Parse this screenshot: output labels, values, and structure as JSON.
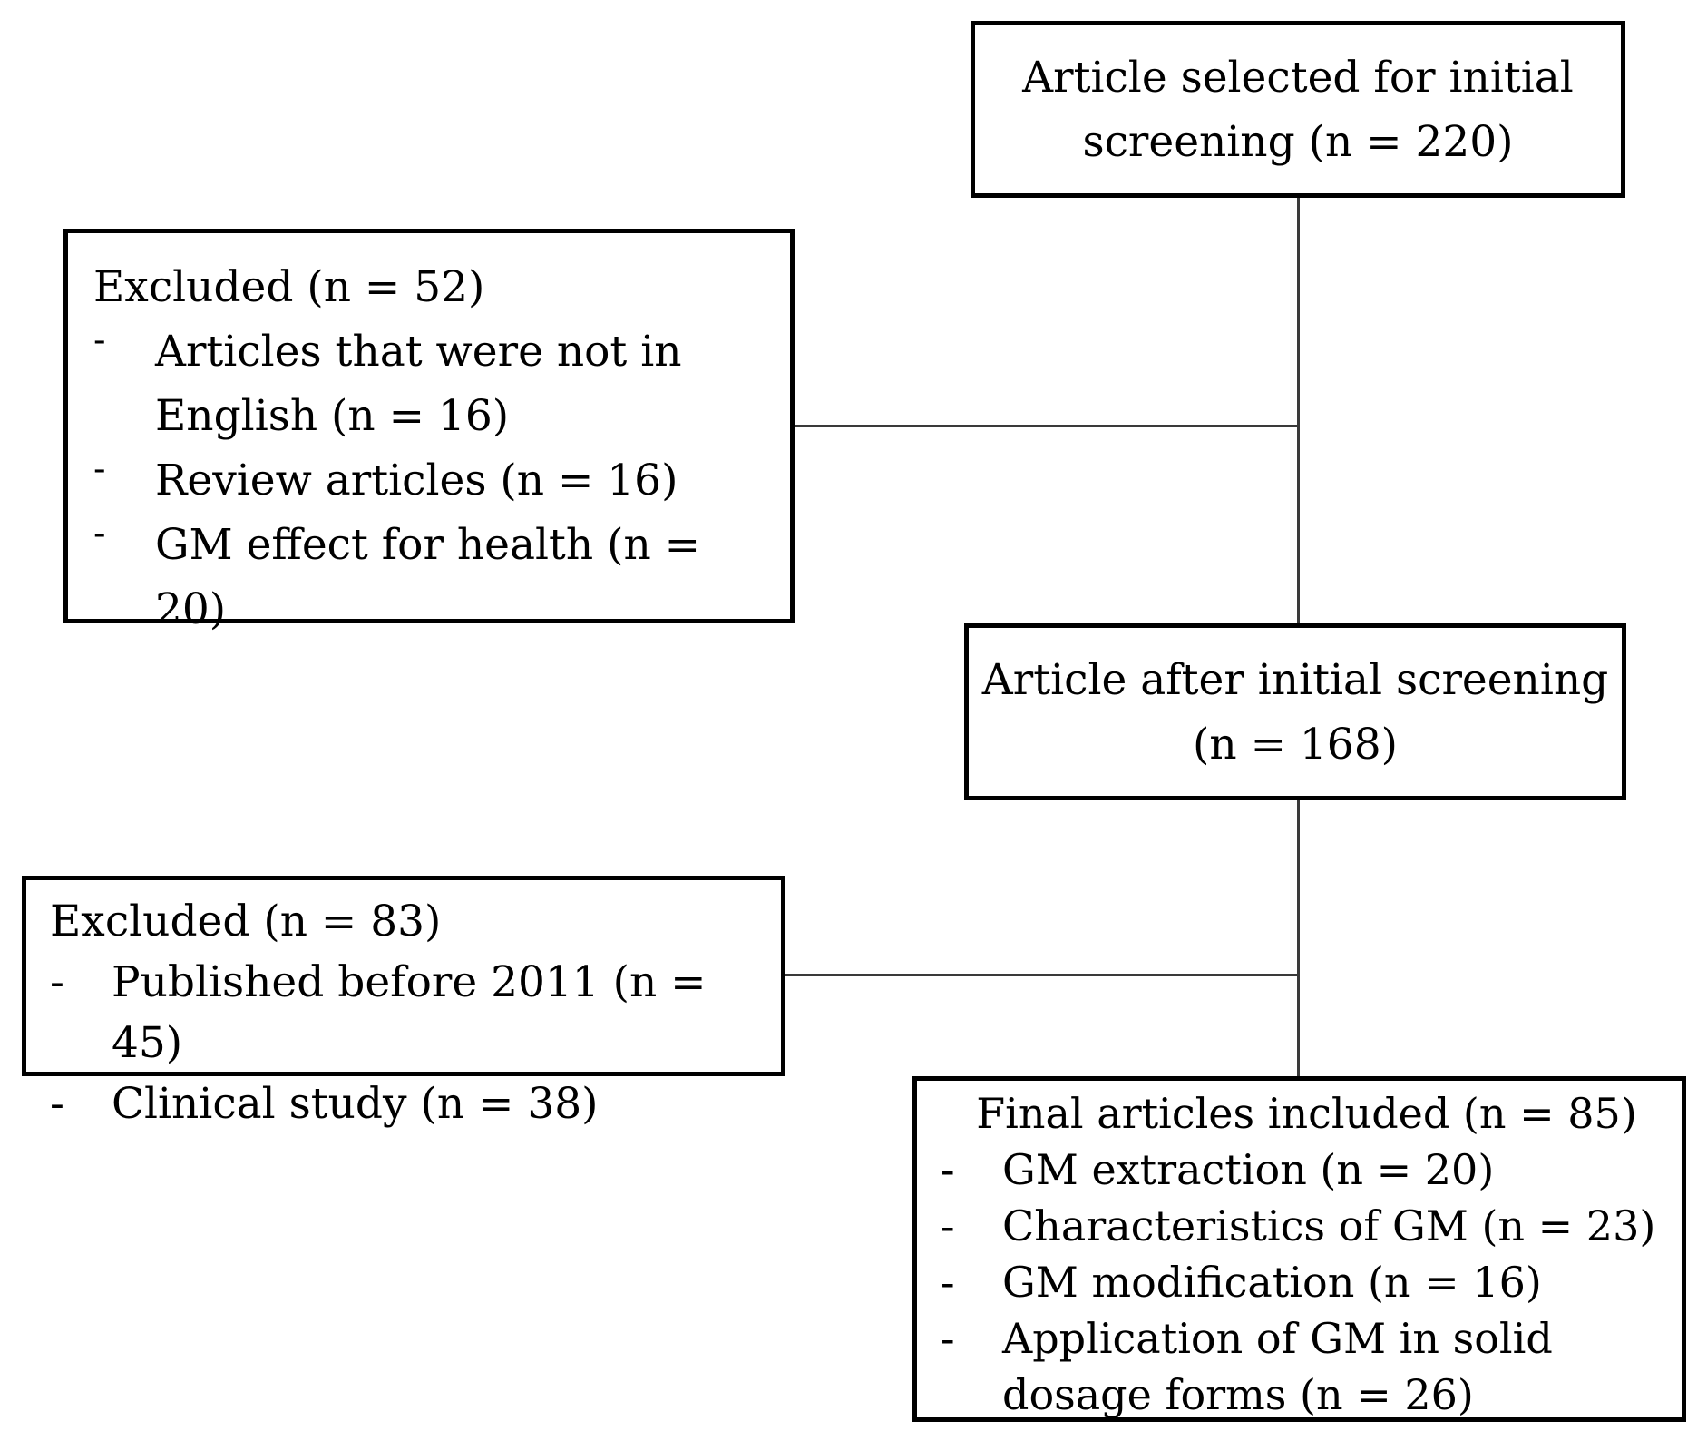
{
  "flowchart": {
    "nodes": [
      {
        "id": "initial-screening",
        "title": "Article selected for initial\nscreening (n = 220)",
        "marker": "",
        "items": []
      },
      {
        "id": "excluded-1",
        "title": "Excluded (n = 52)",
        "marker": "-",
        "items": [
          "Articles that were not in\nEnglish (n = 16)",
          "Review articles (n = 16)",
          "GM effect for health (n = 20)"
        ]
      },
      {
        "id": "after-screening",
        "title": "Article after initial screening\n(n = 168)",
        "marker": "",
        "items": []
      },
      {
        "id": "excluded-2",
        "title": "Excluded (n = 83)",
        "marker": "-",
        "items": [
          "Published before 2011 (n = 45)",
          "Clinical study (n = 38)"
        ]
      },
      {
        "id": "final-included",
        "title": "Final articles included (n = 85)",
        "marker": "-",
        "items": [
          "GM extraction (n = 20)",
          "Characteristics of GM (n = 23)",
          "GM modification (n = 16)",
          "Application of GM in solid\ndosage forms (n = 26)"
        ]
      }
    ],
    "colors": {
      "box_border": "#000000",
      "connector": "#3a3a3a",
      "text": "#000000",
      "background": "#ffffff"
    }
  }
}
